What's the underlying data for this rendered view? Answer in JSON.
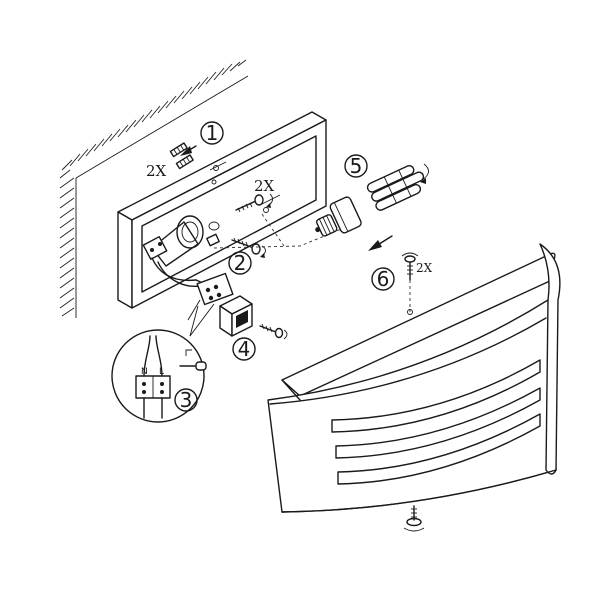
{
  "steps": [
    {
      "number": "1",
      "quantity": "2X"
    },
    {
      "number": "2",
      "quantity": "2X"
    },
    {
      "number": "3",
      "quantity": ""
    },
    {
      "number": "4",
      "quantity": ""
    },
    {
      "number": "5",
      "quantity": ""
    },
    {
      "number": "6",
      "quantity": "2X"
    }
  ],
  "terminal_labels": {
    "neutral": "N",
    "live": "L"
  },
  "colors": {
    "line": "#1a1a1a",
    "background": "#ffffff"
  }
}
